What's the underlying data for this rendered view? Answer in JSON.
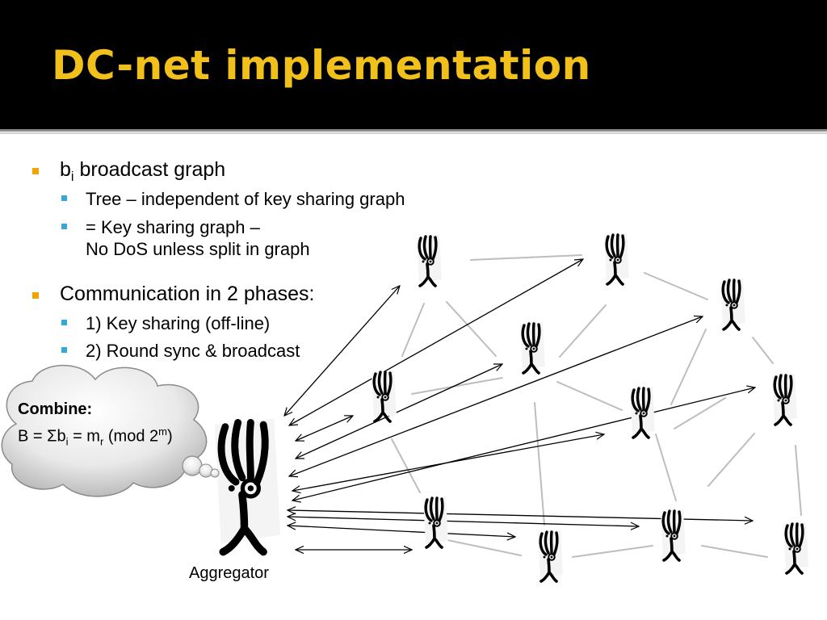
{
  "slide": {
    "title": "DC-net implementation",
    "bullets": [
      {
        "text_before": "b",
        "sub": "i",
        "text_after": " broadcast graph",
        "subs": [
          {
            "line1": "Tree – independent of key sharing graph"
          },
          {
            "line1": "= Key sharing graph –",
            "line2": "No DoS unless split in graph"
          }
        ]
      },
      {
        "text": "Communication in 2 phases:",
        "subs": [
          {
            "line1": "1) Key sharing (off-line)"
          },
          {
            "line1": "2) Round sync & broadcast"
          }
        ]
      }
    ]
  },
  "cloud": {
    "heading": "Combine:",
    "formula": {
      "a": "B = Σb",
      "a_sub": "i",
      "b": " = m",
      "b_sub": "r",
      "c": " (mod 2",
      "c_sup": "m",
      "d": ")"
    }
  },
  "aggregator_label": "Aggregator",
  "colors": {
    "header_bg": "#000000",
    "title": "#f2c01a",
    "bullet_level1": "#f0a30a",
    "bullet_level2": "#37a6d9",
    "key_sharing_edge": "#bdbdbd",
    "broadcast_arrow": "#000000"
  },
  "icons": {
    "node": "stick-figure-icon",
    "aggregator": "aggregator-figure-icon"
  }
}
